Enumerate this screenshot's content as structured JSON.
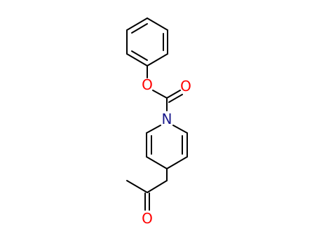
{
  "molecule": {
    "atoms": {
      "oxygen_ester": "O",
      "oxygen_carbonyl": "O",
      "nitrogen": "N",
      "oxygen_ketone": "O"
    }
  },
  "colors": {
    "bond": "#000000",
    "oxygen": "#ff0000",
    "nitrogen": "#1a1a8c",
    "background": "#ffffff"
  }
}
